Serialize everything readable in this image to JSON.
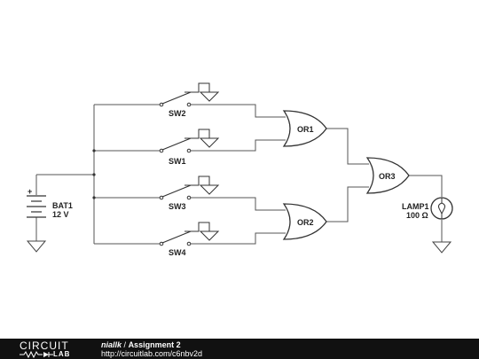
{
  "diagram": {
    "battery": {
      "name": "BAT1",
      "value": "12 V",
      "plus": "+"
    },
    "switches": [
      "SW2",
      "SW1",
      "SW3",
      "SW4"
    ],
    "gates": [
      "OR1",
      "OR2",
      "OR3"
    ],
    "lamp": {
      "name": "LAMP1",
      "value": "100 Ω"
    }
  },
  "footer": {
    "logo_top": "CIRCUIT",
    "logo_bottom": "LAB",
    "user": "niallk",
    "separator": "/",
    "title": "Assignment 2",
    "url": "http://circuitlab.com/c6nbv2d"
  }
}
